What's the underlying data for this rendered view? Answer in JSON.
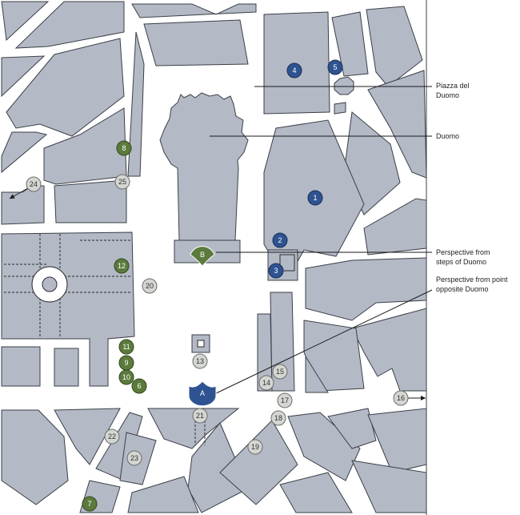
{
  "labels": {
    "piazza_line1": "Piazza del",
    "piazza_line2": "Duomo",
    "duomo": "Duomo",
    "steps_line1": "Perspective from",
    "steps_line2": "steps of Duomo",
    "point_line1": "Perspective from point",
    "point_line2": "opposite Duomo"
  },
  "colors": {
    "block_fill": "#b3bac6",
    "street": "#ffffff",
    "blue_marker": "#2f5391",
    "green_marker": "#5b7a3c",
    "grey_marker": "#d4d6d2"
  },
  "markers": {
    "blue": [
      "1",
      "2",
      "3",
      "4",
      "5"
    ],
    "green": [
      "6",
      "7",
      "8",
      "9",
      "10",
      "11",
      "12"
    ],
    "grey": [
      "13",
      "14",
      "15",
      "16",
      "17",
      "18",
      "19",
      "20",
      "21",
      "22",
      "23",
      "24",
      "25"
    ],
    "viewpoints": [
      "A",
      "B"
    ]
  }
}
